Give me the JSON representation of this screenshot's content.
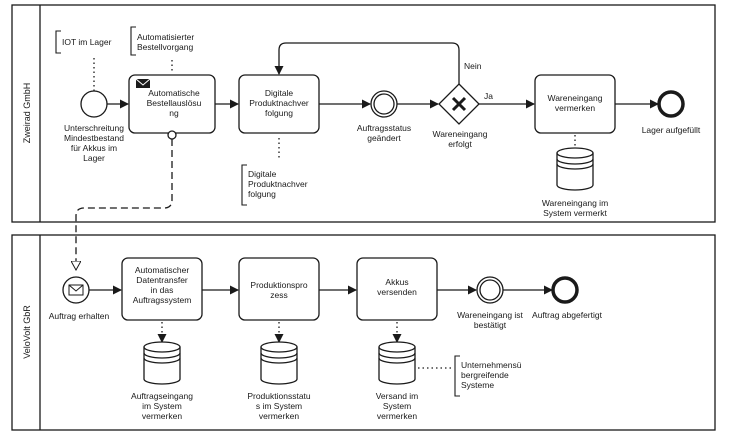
{
  "pools": {
    "top": {
      "name": "Zweirad GmbH"
    },
    "bottom": {
      "name": "VeloVolt GbR"
    }
  },
  "top": {
    "start_event": [
      "Unterschreitung",
      "Mindestbestand",
      "für Akkus im",
      "Lager"
    ],
    "annotation_iot": [
      "IOT im Lager"
    ],
    "annotation_auto": [
      "Automatisierter",
      "Bestellvorgang"
    ],
    "task_bestell": [
      "Automatische",
      "Bestellauslösu",
      "ng"
    ],
    "task_produkt": [
      "Digitale",
      "Produktnachver",
      "folgung"
    ],
    "annotation_produkt": [
      "Digitale",
      "Produktnachver",
      "folgung"
    ],
    "intermediate_event": [
      "Auftragsstatus",
      "geändert"
    ],
    "gateway": [
      "Wareneingang",
      "erfolgt"
    ],
    "label_nein": "Nein",
    "label_ja": "Ja",
    "task_waren": [
      "Wareneingang",
      "vermerken"
    ],
    "datastore_waren": [
      "Wareneingang im",
      "System vermerkt"
    ],
    "end_event": [
      "Lager aufgefüllt"
    ]
  },
  "bottom": {
    "start_event": [
      "Auftrag erhalten"
    ],
    "task_transfer": [
      "Automatischer",
      "Datentransfer",
      "in das",
      "Auftragssystem"
    ],
    "task_prod": [
      "Produktionspro",
      "zess"
    ],
    "task_akkus": [
      "Akkus",
      "versenden"
    ],
    "intermediate_event": [
      "Wareneingang ist",
      "bestätigt"
    ],
    "end_event": [
      "Auftrag abgefertigt"
    ],
    "datastore_auftrag": [
      "Auftragseingang",
      "im System",
      "vermerken"
    ],
    "datastore_prod": [
      "Produktionsstatu",
      "s im System",
      "vermerken"
    ],
    "datastore_versand": [
      "Versand im",
      "System",
      "vermerken"
    ],
    "annotation_systeme": [
      "Unternehmensü",
      "bergreifende",
      "Systeme"
    ]
  }
}
